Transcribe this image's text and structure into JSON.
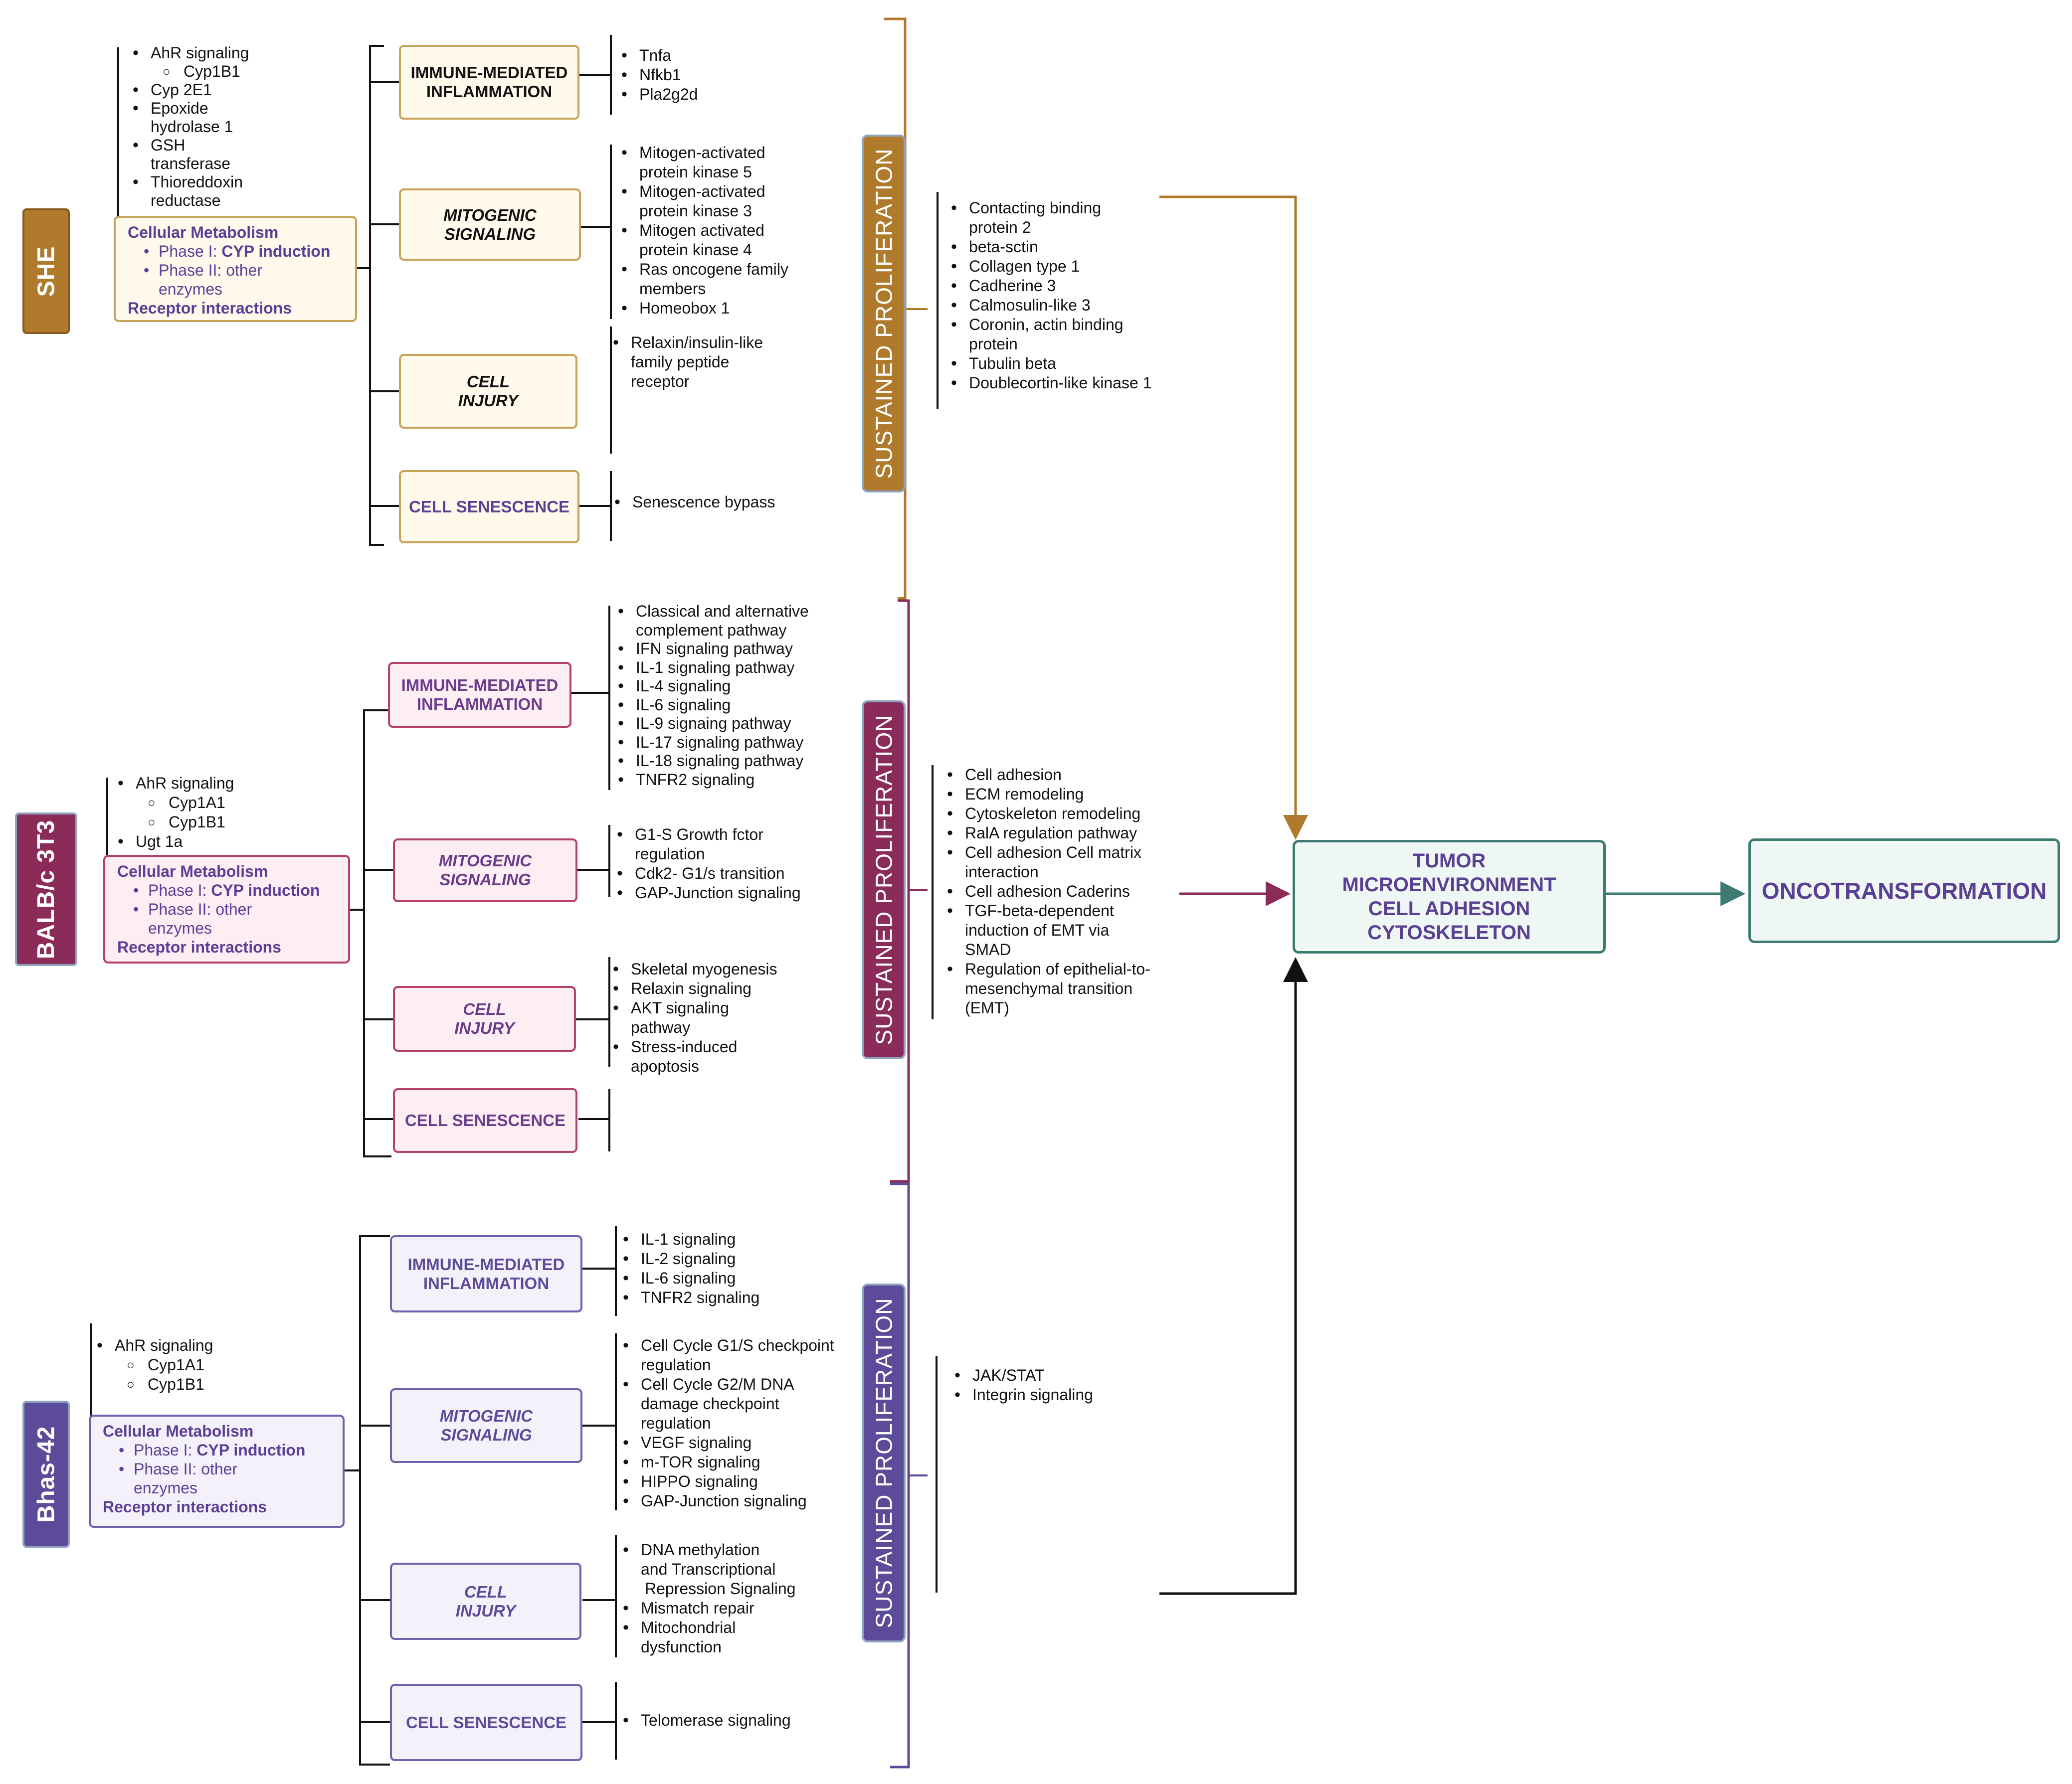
{
  "colors": {
    "she": "#b07a2c",
    "balb": "#8b2b5a",
    "bhas": "#5b4b99",
    "final_border": "#3d7a72",
    "arrow_black": "#111111"
  },
  "she": {
    "label": "SHE",
    "metabolism_list": [
      "AhR signaling",
      "Cyp1B1",
      "Cyp 2E1",
      "Epoxide",
      "hydrolase 1",
      "GSH",
      "transferase",
      "Thioreddoxin",
      "reductase"
    ],
    "cellular_metabolism": {
      "title": "Cellular Metabolism",
      "phase1_prefix": "Phase I: ",
      "phase1_bold": "CYP induction",
      "phase2_line1": "Phase II: other",
      "phase2_line2": "enzymes",
      "receptor": "Receptor interactions"
    },
    "immune_box": "IMMUNE-MEDIATED\nINFLAMMATION",
    "immune_items": [
      "Tnfa",
      "Nfkb1",
      "Pla2g2d"
    ],
    "mitogenic_box": "MITOGENIC\nSIGNALING",
    "mitogenic_items": [
      "Mitogen-activated",
      "protein kinase 5",
      "Mitogen-activated",
      "protein kinase 3",
      "Mitogen activated",
      "protein kinase 4",
      "Ras oncogene family",
      "members",
      "Homeobox 1"
    ],
    "injury_box": "CELL\nINJURY",
    "injury_items": [
      "Relaxin/insulin-like",
      "family peptide",
      "receptor"
    ],
    "senescence_box": "CELL SENESCENCE",
    "senescence_items": [
      "Senescence bypass"
    ],
    "sustained": "SUSTAINED PROLIFERATION",
    "outcome_items": [
      "Contacting binding",
      "protein 2",
      "beta-sctin",
      "Collagen type 1",
      "Cadherine 3",
      "Calmosulin-like 3",
      "Coronin, actin binding",
      "protein",
      "Tubulin beta",
      "Doublecortin-like kinase 1"
    ]
  },
  "balb": {
    "label": "BALB/c 3T3",
    "metabolism_list": [
      "AhR signaling",
      "Cyp1A1",
      "Cyp1B1",
      "Ugt 1a"
    ],
    "cellular_metabolism": {
      "title": "Cellular Metabolism",
      "phase1_prefix": "Phase I: ",
      "phase1_bold": "CYP induction",
      "phase2_line1": "Phase II: other",
      "phase2_line2": "enzymes",
      "receptor": "Receptor interactions"
    },
    "immune_box": "IMMUNE-MEDIATED\nINFLAMMATION",
    "immune_items": [
      "Classical and alternative",
      "complement pathway",
      "IFN signaling pathway",
      "IL-1 signaling pathway",
      "IL-4 signaling",
      "IL-6 signaling",
      "IL-9 signaing pathway",
      "IL-17 signaling pathway",
      "IL-18 signaling pathway",
      "TNFR2 signaling"
    ],
    "mitogenic_box": "MITOGENIC\nSIGNALING",
    "mitogenic_items": [
      "G1-S Growth fctor",
      "regulation",
      "Cdk2- G1/s transition",
      "GAP-Junction signaling"
    ],
    "injury_box": "CELL\nINJURY",
    "injury_items": [
      "Skeletal myogenesis",
      "Relaxin signaling",
      "AKT signaling",
      "pathway",
      "Stress-induced",
      "apoptosis"
    ],
    "senescence_box": "CELL SENESCENCE",
    "sustained": "SUSTAINED PROLIFERATION",
    "outcome_items": [
      "Cell adhesion",
      "ECM remodeling",
      "Cytoskeleton remodeling",
      "RalA regulation pathway",
      "Cell adhesion Cell matrix",
      "interaction",
      "Cell adhesion Caderins",
      "TGF-beta-dependent",
      "induction of EMT via",
      "SMAD",
      "Regulation of epithelial-to-",
      "mesenchymal transition",
      "(EMT)"
    ]
  },
  "bhas": {
    "label": "Bhas-42",
    "metabolism_list": [
      "AhR signaling",
      "Cyp1A1",
      "Cyp1B1"
    ],
    "cellular_metabolism": {
      "title": "Cellular Metabolism",
      "phase1_prefix": "Phase I: ",
      "phase1_bold": "CYP induction",
      "phase2_line1": "Phase II: other",
      "phase2_line2": "enzymes",
      "receptor": "Receptor interactions"
    },
    "immune_box": "IMMUNE-MEDIATED\nINFLAMMATION",
    "immune_items": [
      "IL-1 signaling",
      "IL-2 signaling",
      "IL-6 signaling",
      "TNFR2 signaling"
    ],
    "mitogenic_box": "MITOGENIC\nSIGNALING",
    "mitogenic_items": [
      "Cell Cycle G1/S checkpoint",
      "regulation",
      "Cell Cycle G2/M DNA",
      "damage checkpoint",
      "regulation",
      "VEGF signaling",
      "m-TOR signaling",
      "HIPPO signaling",
      "GAP-Junction signaling"
    ],
    "injury_box": "CELL\nINJURY",
    "injury_items": [
      "DNA methylation",
      "and Transcriptional",
      "Repression Signaling",
      "Mismatch repair",
      "Mitochondrial",
      "dysfunction"
    ],
    "senescence_box": "CELL SENESCENCE",
    "senescence_items": [
      "Telomerase signaling"
    ],
    "sustained": "SUSTAINED PROLIFERATION",
    "outcome_items": [
      "JAK/STAT",
      "Integrin signaling"
    ]
  },
  "tumor_box": "TUMOR\nMICROENVIRONMENT\nCELL ADHESION\nCYTOSKELETON",
  "onco_box": "ONCOTRANSFORMATION"
}
